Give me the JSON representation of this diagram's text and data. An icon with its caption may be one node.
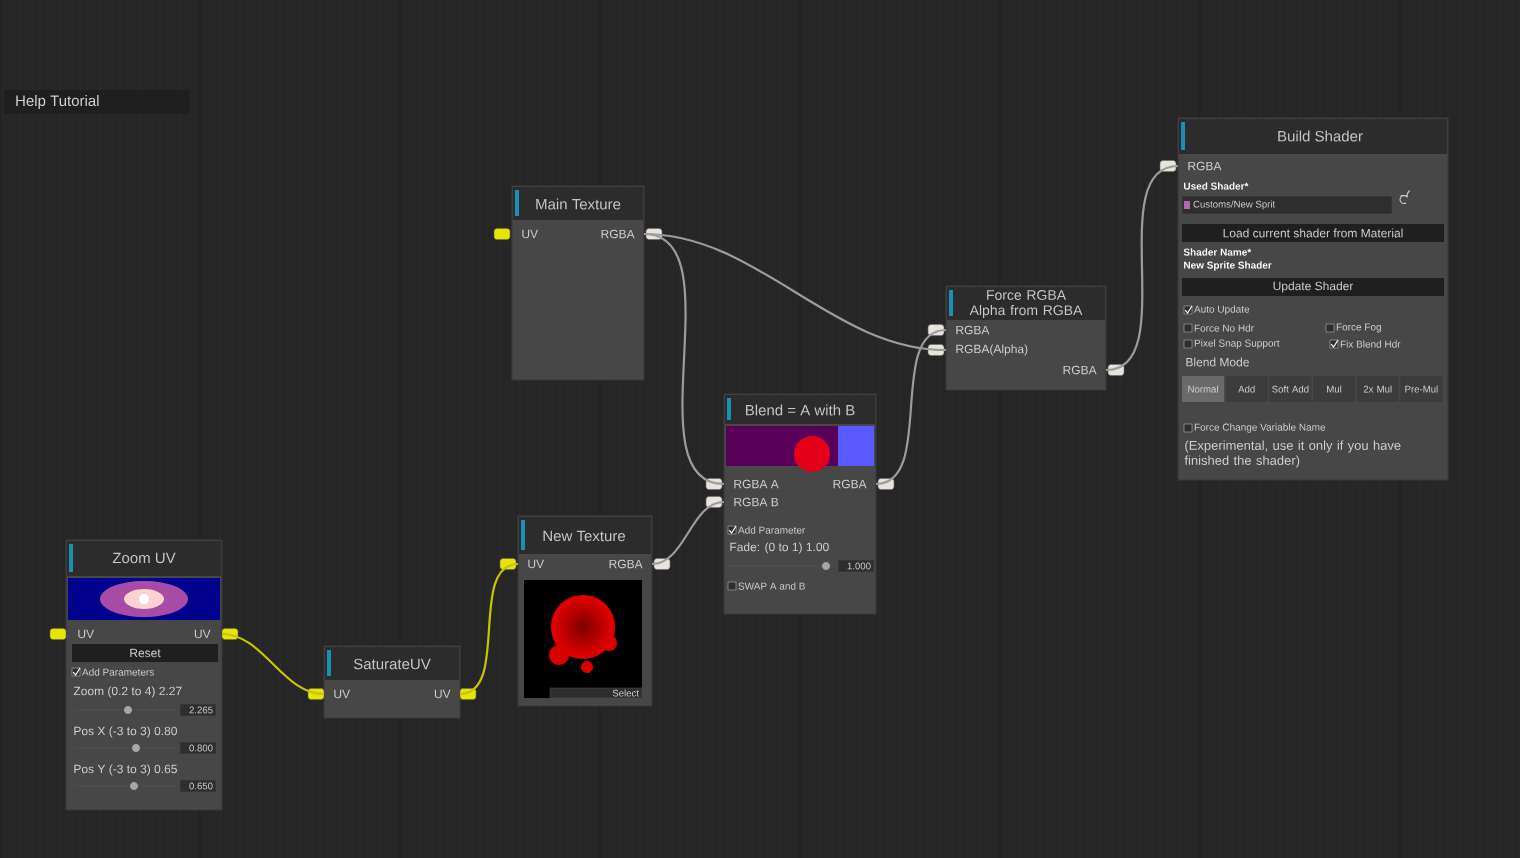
{
  "diagram": {
    "nodes": [
      {
        "text": [
          "Zoom UV",
          "UV",
          "UV",
          "Reset",
          "Add Parameters",
          "Zoom (0.2 to 4) 2.27",
          "2.265",
          "Pos X (-3 to 3) 0.80",
          "0.800",
          "Pos Y (-3 to 3) 0.65",
          "0.650"
        ]
      },
      {
        "text": [
          "SaturateUV",
          "UV",
          "UV"
        ]
      },
      {
        "text": [
          "New Texture",
          "UV",
          "RGBA",
          "Select"
        ]
      },
      {
        "text": [
          "Main Texture",
          "UV",
          "RGBA"
        ]
      },
      {
        "text": [
          "Blend = A with B",
          "RGBA A",
          "RGBA",
          "RGBA B",
          "Add Parameter",
          "Fade: (0 to 1) 1.00",
          "1.000",
          "SWAP A and B"
        ]
      },
      {
        "text": [
          "Force RGBA Alpha from RGBA",
          "RGBA",
          "RGBA(Alpha)",
          "RGBA"
        ]
      },
      {
        "text": [
          "Build Shader",
          "RGBA",
          "Used Shader*",
          "Customs/New Sprit",
          "Load current shader from Material",
          "Shader Name*",
          "New Sprite Shader",
          "Update Shader",
          "Auto Update",
          "Force No Hdr",
          "Force Fog",
          "Pixel Snap Support",
          "Fix Blend Hdr",
          "Blend Mode",
          "Normal",
          "Add",
          "Soft Add",
          "Mul",
          "2x Mul",
          "Pre-Mul",
          "Force Change Variable Name",
          "(Experimental, use it only if you have finished the shader)"
        ]
      }
    ],
    "edges": [
      {
        "from": 0,
        "to": 1,
        "arrow": "none",
        "color": "#c8c400"
      },
      {
        "from": 1,
        "to": 2,
        "arrow": "none",
        "color": "#c8c400"
      },
      {
        "from": 2,
        "to": 4,
        "arrow": "none"
      },
      {
        "from": 3,
        "to": 4,
        "arrow": "none"
      },
      {
        "from": 3,
        "to": 5,
        "arrow": "none"
      },
      {
        "from": 4,
        "to": 5,
        "arrow": "none"
      },
      {
        "from": 5,
        "to": 6,
        "arrow": "none"
      }
    ],
    "labels": [
      "Help Tutorial"
    ]
  }
}
